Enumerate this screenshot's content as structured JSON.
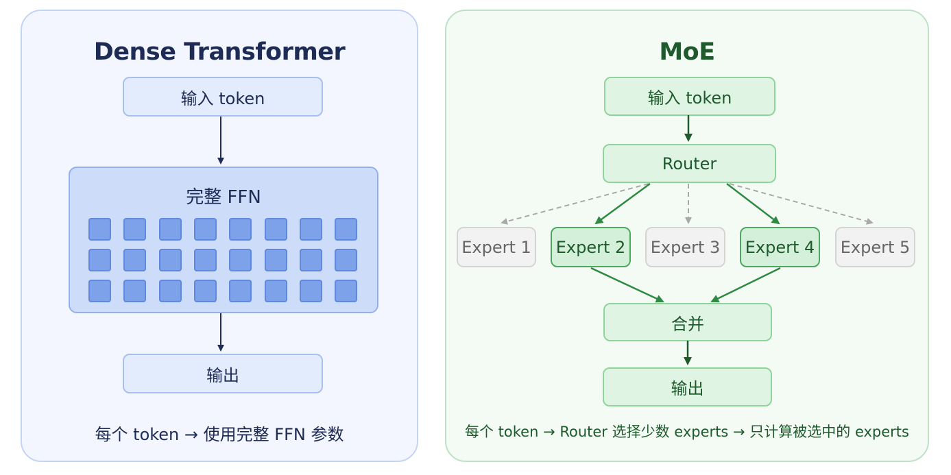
{
  "dense": {
    "title": "Dense Transformer",
    "input_label": "输入 token",
    "ffn_label": "完整 FFN",
    "output_label": "输出",
    "caption": "每个 token → 使用完整 FFN 参数",
    "neuron_rows": 3,
    "neuron_cols": 8
  },
  "moe": {
    "title": "MoE",
    "input_label": "输入 token",
    "router_label": "Router",
    "experts": [
      {
        "label": "Expert 1",
        "selected": false
      },
      {
        "label": "Expert 2",
        "selected": true
      },
      {
        "label": "Expert 3",
        "selected": false
      },
      {
        "label": "Expert 4",
        "selected": true
      },
      {
        "label": "Expert 5",
        "selected": false
      }
    ],
    "merge_label": "合并",
    "output_label": "输出",
    "caption": "每个 token → Router 选择少数 experts → 只计算被选中的 experts"
  },
  "colors": {
    "dense_accent": "#1d2b55",
    "dense_fill": "#7ea2ea",
    "moe_accent": "#1e5a2c",
    "moe_selected_border": "#4ca85f",
    "inactive_gray": "#999999"
  }
}
